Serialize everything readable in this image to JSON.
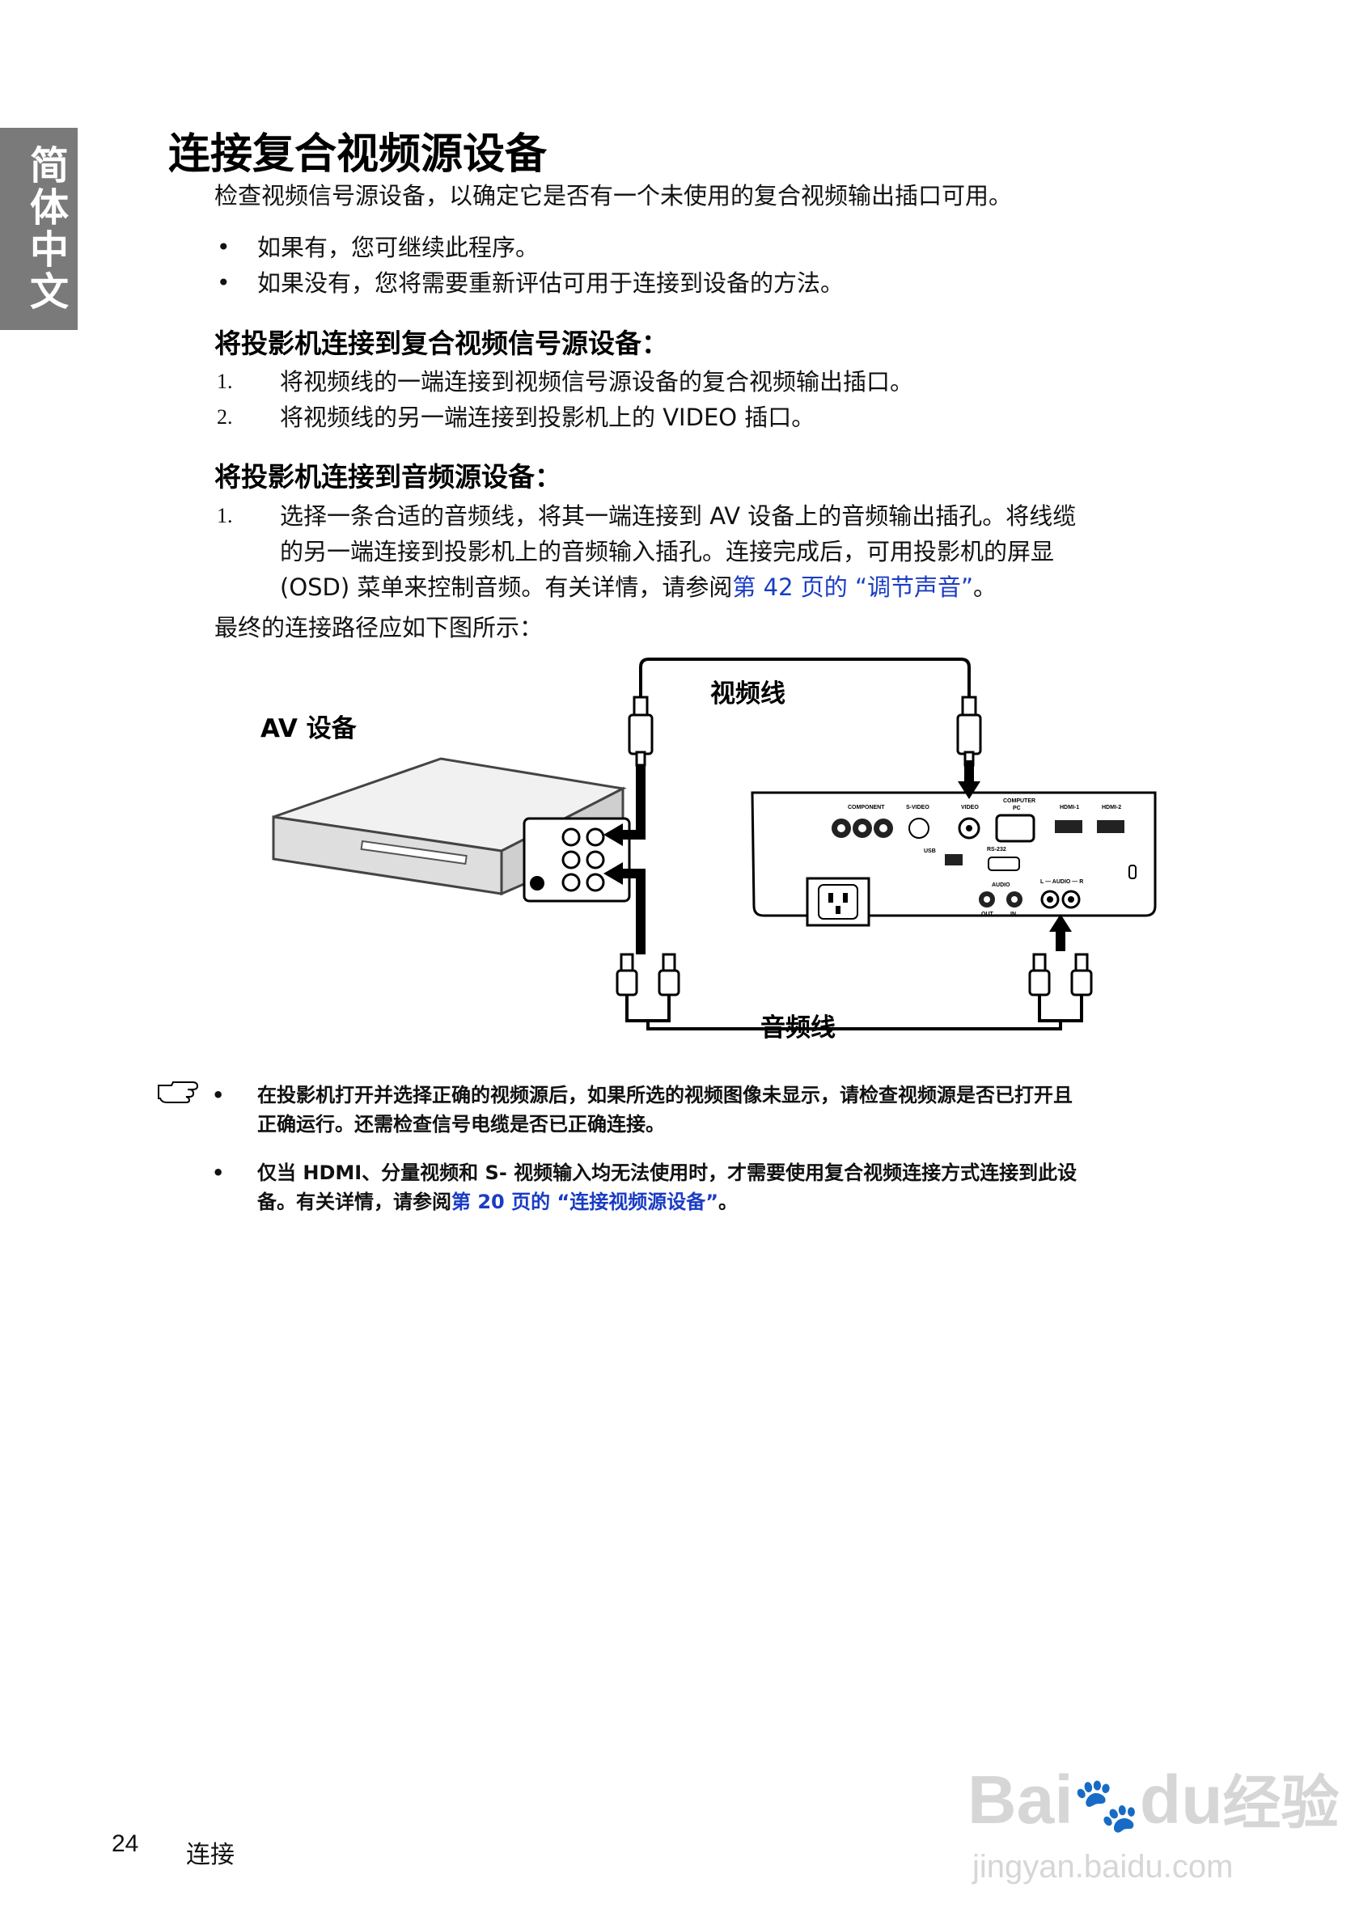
{
  "side_tab": "简体中文",
  "title": "连接复合视频源设备",
  "intro": "检查视频信号源设备，以确定它是否有一个未使用的复合视频输出插口可用。",
  "bullets": [
    "如果有，您可继续此程序。",
    "如果没有，您将需要重新评估可用于连接到设备的方法。"
  ],
  "section1": {
    "heading": "将投影机连接到复合视频信号源设备：",
    "steps": [
      {
        "n": "1.",
        "text": "将视频线的一端连接到视频信号源设备的复合视频输出插口。"
      },
      {
        "n": "2.",
        "text": "将视频线的另一端连接到投影机上的 VIDEO 插口。"
      }
    ]
  },
  "section2": {
    "heading": "将投影机连接到音频源设备：",
    "step_n": "1.",
    "step_line1": "选择一条合适的音频线，将其一端连接到 AV 设备上的音频输出插孔。将线缆",
    "step_line2": "的另一端连接到投影机上的音频输入插孔。连接完成后，可用投影机的屏显",
    "step_line3_pre": "(OSD) 菜单来控制音频。有关详情，请参阅",
    "step_line3_link": "第 42 页的 “调节声音”",
    "step_line3_post": "。"
  },
  "final_text": "最终的连接路径应如下图所示：",
  "diagram": {
    "av_label": "AV 设备",
    "video_cable_label": "视频线",
    "audio_cable_label": "音频线",
    "panel": {
      "component": "COMPONENT",
      "svideo": "S-VIDEO",
      "video": "VIDEO",
      "computer": "COMPUTER",
      "pc": "PC",
      "hdmi1": "HDMI-1",
      "hdmi2": "HDMI-2",
      "usb": "USB",
      "rs232": "RS-232",
      "audio": "AUDIO",
      "audio_lr": "L — AUDIO — R",
      "out": "OUT",
      "in": "IN"
    }
  },
  "notes": [
    {
      "line1": "在投影机打开并选择正确的视频源后，如果所选的视频图像未显示，请检查视频源是否已打开且",
      "line2": "正确运行。还需检查信号电缆是否已正确连接。"
    },
    {
      "line1": "仅当 HDMI、分量视频和 S- 视频输入均无法使用时，才需要使用复合视频连接方式连接到此设",
      "line2_pre": "备。有关详情，请参阅",
      "line2_link": "第 20 页的 “连接视频源设备”",
      "line2_post": "。"
    }
  ],
  "footer": {
    "page": "24",
    "section": "连接"
  },
  "watermark": {
    "brand_a": "Bai",
    "brand_b": "du",
    "brand_c": "经验",
    "url": "jingyan.baidu.com"
  }
}
